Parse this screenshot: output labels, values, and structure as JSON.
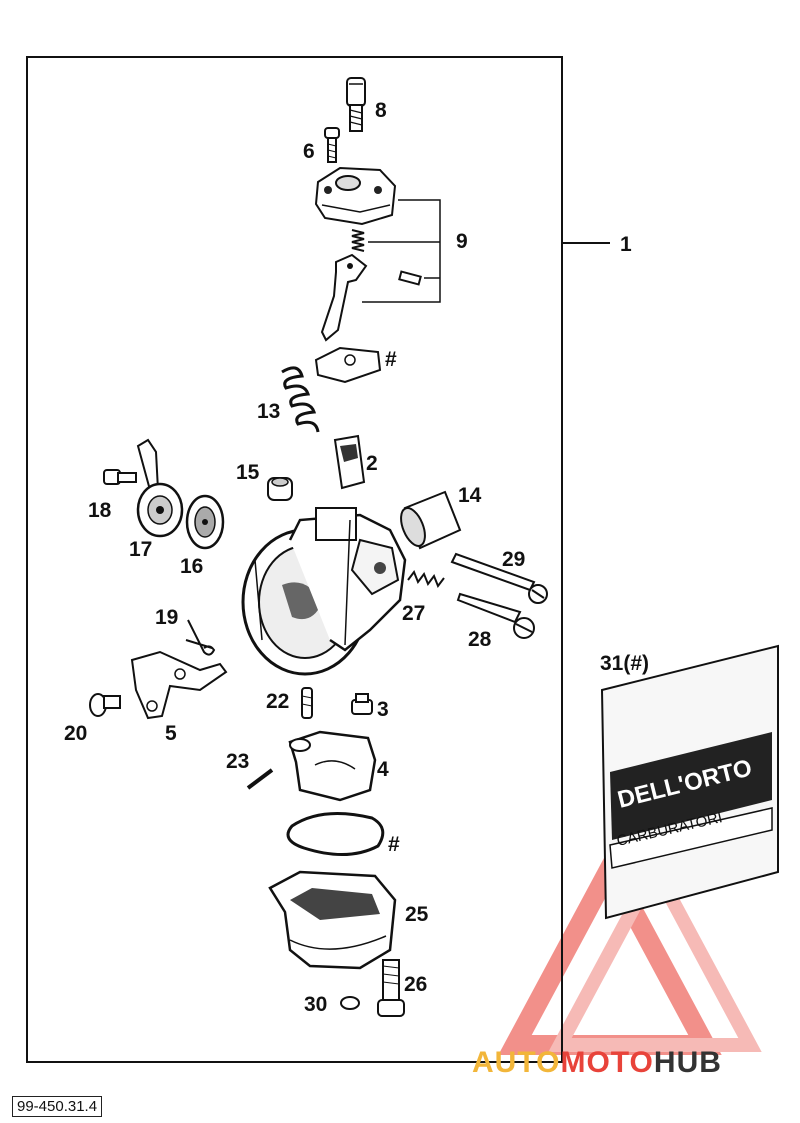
{
  "part_labels": {
    "p1": "1",
    "p2": "2",
    "p3": "3",
    "p4": "4",
    "p5": "5",
    "p6": "6",
    "p8": "8",
    "p9": "9",
    "p13": "13",
    "p14": "14",
    "p15": "15",
    "p16": "16",
    "p17": "17",
    "p18": "18",
    "p19": "19",
    "p20": "20",
    "p22": "22",
    "p23": "23",
    "p25": "25",
    "p26": "26",
    "p27": "27",
    "p28": "28",
    "p29": "29",
    "p30": "30",
    "gasket_mark_top": "#",
    "gasket_mark_bottom": "#",
    "p31": "31(#)"
  },
  "kit_bag": {
    "brand": "DELL'ORTO",
    "subtitle": "CARBURATORI"
  },
  "watermark": {
    "part1": "AUTO",
    "part2": "MOTO",
    "part3": "HUB",
    "color1": "#f2b63a",
    "color2": "#e8433a",
    "color3": "#333333"
  },
  "reference_code": "99-450.31.4"
}
